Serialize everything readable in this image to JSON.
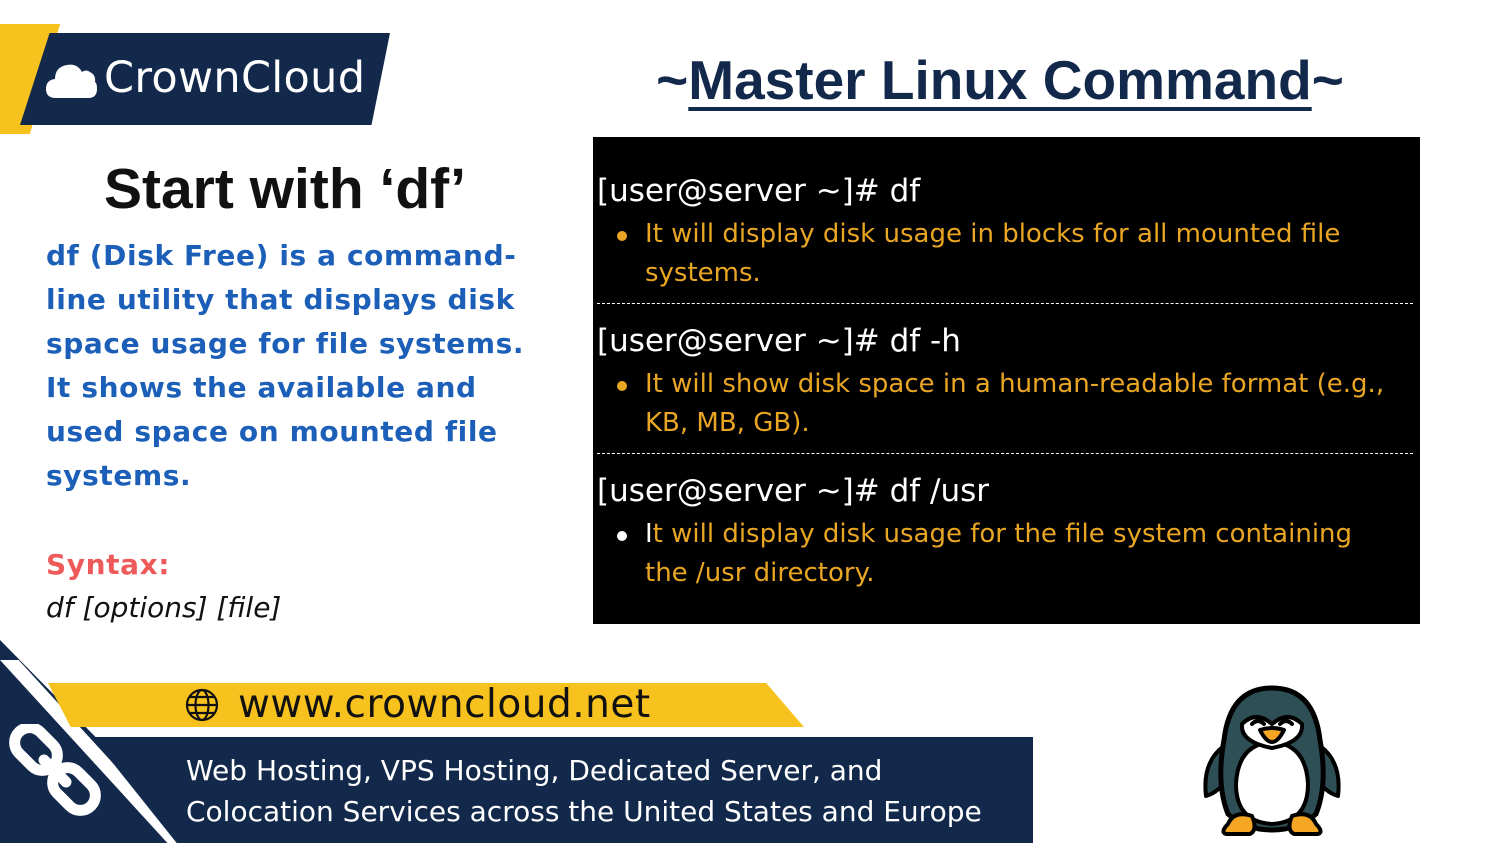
{
  "brand": {
    "logo_icon": "cloud-icon",
    "name": "CrownCloud"
  },
  "title": {
    "prefix": "~",
    "text": "Master Linux Command",
    "suffix": "~"
  },
  "section": {
    "heading": "Start with ‘df’",
    "description_lines": [
      "df (Disk Free) is a command-",
      "line utility that displays disk",
      "space usage for file systems.",
      "It shows the available and",
      "used space on mounted file",
      "systems."
    ],
    "syntax_label": "Syntax:",
    "syntax_text": "df [options] [file]"
  },
  "terminal": {
    "commands": [
      {
        "command": "[user@server ~]# df",
        "lines": [
          "It will display disk usage in blocks for all mounted file",
          "systems."
        ]
      },
      {
        "command": "[user@server ~]# df -h",
        "lines": [
          "It will show disk space in a human-readable format (e.g.,",
          "KB, MB, GB)."
        ]
      },
      {
        "command": "[user@server ~]# df /usr",
        "first_char": "I",
        "lines_rest": [
          "t will display disk usage for the file system containing"
        ],
        "lines": [
          "the /usr directory."
        ]
      }
    ]
  },
  "footer": {
    "link_icon": "chain-link-icon",
    "globe_icon": "globe-icon",
    "url": "www.crowncloud.net",
    "tagline_lines": [
      "Web Hosting, VPS Hosting, Dedicated Server, and",
      "Colocation Services across the United States and Europe"
    ],
    "mascot": "penguin-icon"
  },
  "colors": {
    "navy": "#13294b",
    "yellow": "#f7c21e",
    "description_blue": "#1c5fb8",
    "syntax_red": "#ee5a5a",
    "terminal_orange": "#e9a623"
  }
}
